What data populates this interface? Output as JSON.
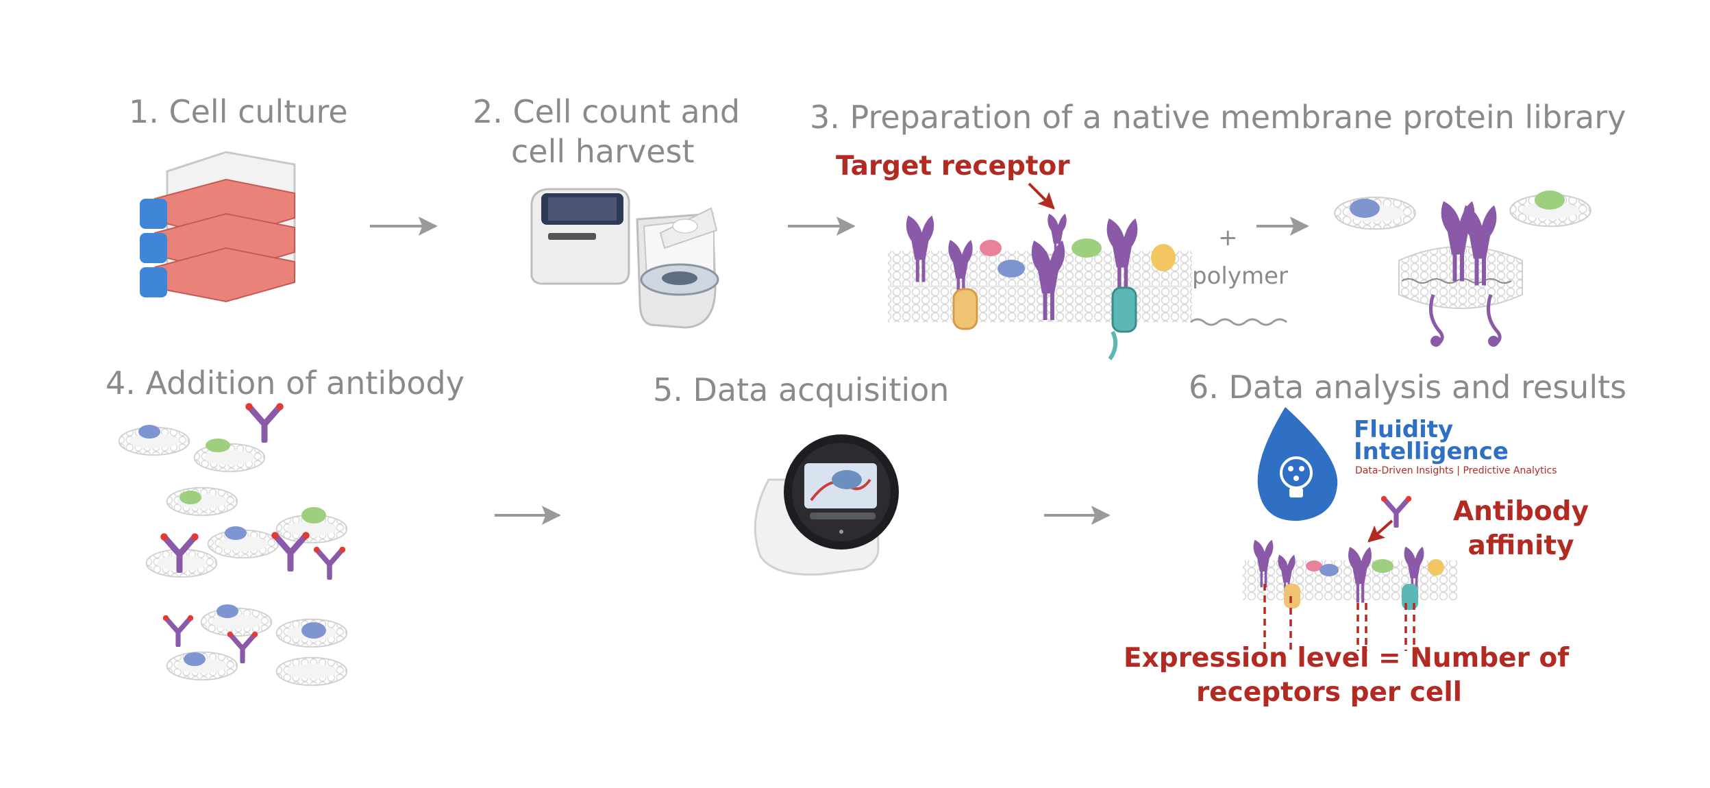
{
  "steps": {
    "s1": "1. Cell culture",
    "s2_line1": "2. Cell count and",
    "s2_line2": "cell harvest",
    "s3": "3. Preparation of a native membrane protein library",
    "s4": "4. Addition of antibody",
    "s5": "5. Data acquisition",
    "s6": "6. Data analysis and results"
  },
  "annotations": {
    "target_receptor": "Target receptor",
    "plus": "+",
    "polymer": "polymer",
    "antibody_affinity_line1": "Antibody",
    "antibody_affinity_line2": "affinity",
    "expression_line1": "Expression level = Number of",
    "expression_line2": "receptors per cell"
  },
  "brand": {
    "name_line1": "Fluidity",
    "name_line2": "Intelligence",
    "tagline": "Data-Driven Insights | Predictive Analytics"
  },
  "colors": {
    "label_grey": "#8a8a8a",
    "accent_red": "#b32a22",
    "receptor_purple": "#8a5aa8",
    "brand_blue": "#2f6fc4",
    "flask_red": "#e9837a",
    "cap_blue": "#3f86d9"
  },
  "icons": [
    "cell-culture-flasks-icon",
    "cell-counter-icon",
    "centrifuge-icon",
    "membrane-bilayer-icon",
    "nanodisc-icon",
    "antibody-icon",
    "instrument-icon",
    "fluidity-intelligence-logo"
  ]
}
